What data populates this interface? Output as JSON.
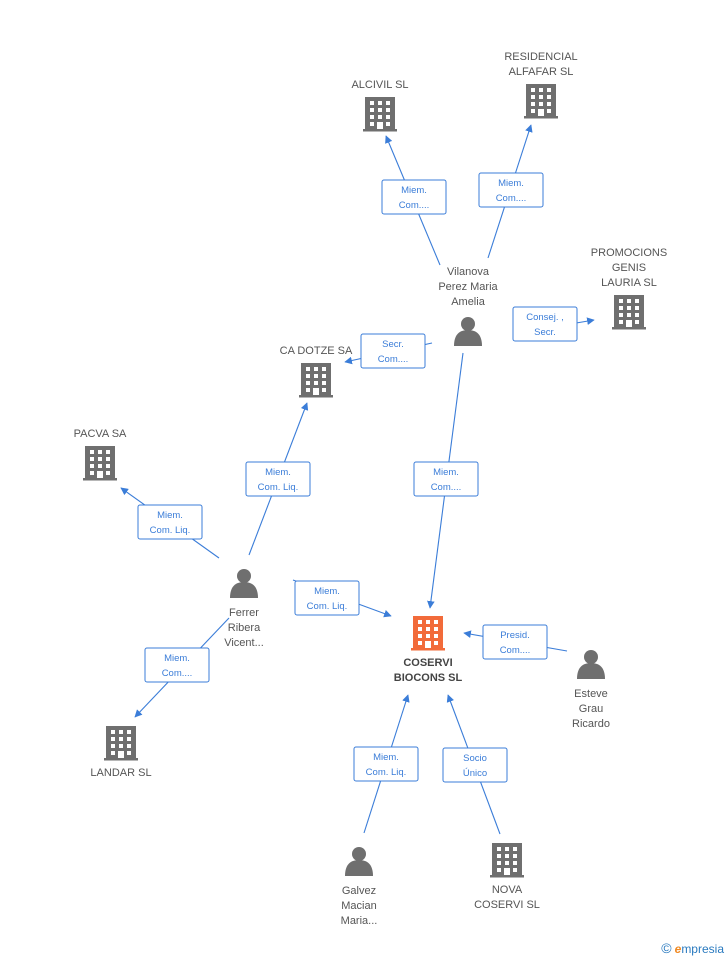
{
  "colors": {
    "edge": "#3b7dd8",
    "node": "#6f6f6f",
    "main": "#f26b3a"
  },
  "nodes": [
    {
      "id": "coservi",
      "kind": "company",
      "main": true,
      "lines": [
        "COSERVI",
        "BIOCONS SL"
      ]
    },
    {
      "id": "alcivil",
      "kind": "company",
      "lines": [
        "ALCIVIL SL"
      ]
    },
    {
      "id": "residencial",
      "kind": "company",
      "lines": [
        "RESIDENCIAL",
        "ALFAFAR SL"
      ]
    },
    {
      "id": "promocions",
      "kind": "company",
      "lines": [
        "PROMOCIONS",
        "GENIS",
        "LAURIA SL"
      ]
    },
    {
      "id": "cadotze",
      "kind": "company",
      "lines": [
        "CA DOTZE SA"
      ]
    },
    {
      "id": "pacva",
      "kind": "company",
      "lines": [
        "PACVA SA"
      ]
    },
    {
      "id": "landar",
      "kind": "company",
      "lines": [
        "LANDAR SL"
      ]
    },
    {
      "id": "nova",
      "kind": "company",
      "lines": [
        "NOVA",
        "COSERVI SL"
      ]
    },
    {
      "id": "vilanova",
      "kind": "person",
      "lines": [
        "Vilanova",
        "Perez Maria",
        "Amelia"
      ]
    },
    {
      "id": "ferrer",
      "kind": "person",
      "lines": [
        "Ferrer",
        "Ribera",
        "Vicent..."
      ]
    },
    {
      "id": "esteve",
      "kind": "person",
      "lines": [
        "Esteve",
        "Grau",
        "Ricardo"
      ]
    },
    {
      "id": "galvez",
      "kind": "person",
      "lines": [
        "Galvez",
        "Macian",
        "Maria..."
      ]
    }
  ],
  "edges": [
    {
      "from": "vilanova",
      "to": "alcivil",
      "label": [
        "Miem.",
        "Com...."
      ]
    },
    {
      "from": "vilanova",
      "to": "residencial",
      "label": [
        "Miem.",
        "Com...."
      ]
    },
    {
      "from": "vilanova",
      "to": "promocions",
      "label": [
        "Consej. ,",
        "Secr."
      ]
    },
    {
      "from": "vilanova",
      "to": "cadotze",
      "label": [
        "Secr.",
        "Com...."
      ]
    },
    {
      "from": "vilanova",
      "to": "coservi",
      "label": [
        "Miem.",
        "Com...."
      ]
    },
    {
      "from": "ferrer",
      "to": "cadotze",
      "label": [
        "Miem.",
        "Com. Liq."
      ]
    },
    {
      "from": "ferrer",
      "to": "pacva",
      "label": [
        "Miem.",
        "Com. Liq."
      ]
    },
    {
      "from": "ferrer",
      "to": "coservi",
      "label": [
        "Miem.",
        "Com. Liq."
      ]
    },
    {
      "from": "ferrer",
      "to": "landar",
      "label": [
        "Miem.",
        "Com...."
      ]
    },
    {
      "from": "esteve",
      "to": "coservi",
      "label": [
        "Presid.",
        "Com...."
      ]
    },
    {
      "from": "galvez",
      "to": "coservi",
      "label": [
        "Miem.",
        "Com. Liq."
      ]
    },
    {
      "from": "nova",
      "to": "coservi",
      "label": [
        "Socio",
        "Único"
      ]
    }
  ],
  "footer": {
    "copyright": "©",
    "brand_first": "e",
    "brand_rest": "mpresia"
  }
}
